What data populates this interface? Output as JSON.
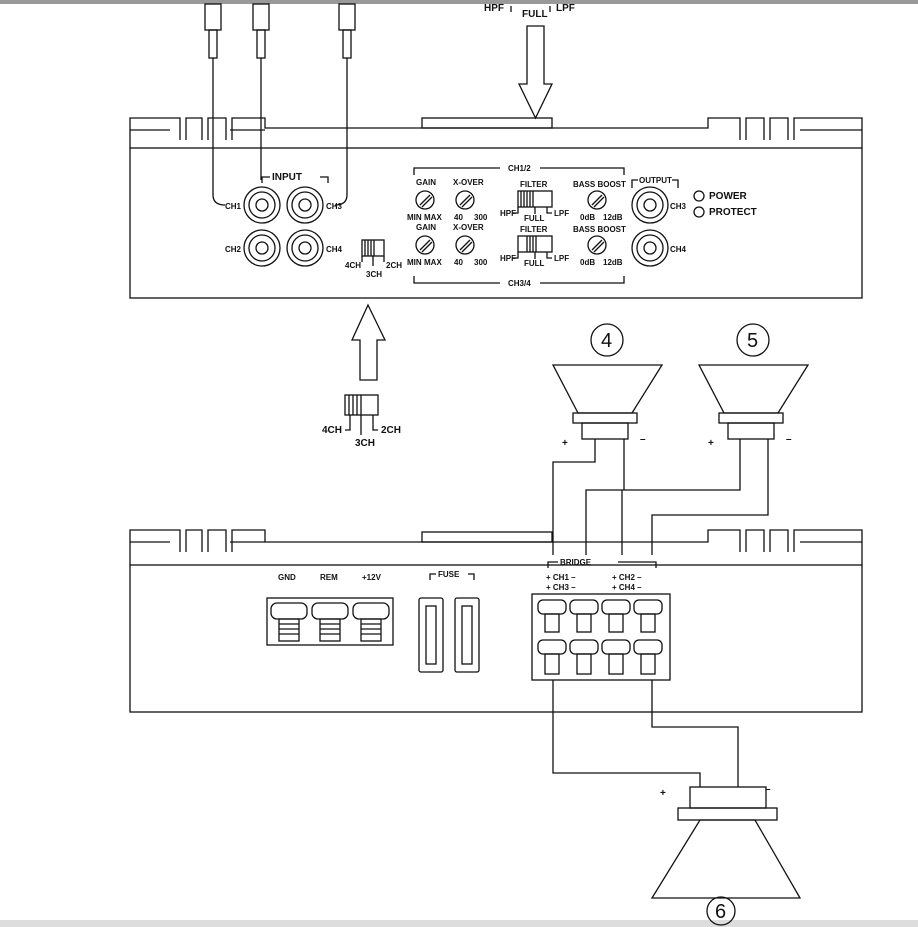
{
  "top_filter": {
    "hpf": "HPF",
    "full": "FULL",
    "lpf": "LPF"
  },
  "input": {
    "title": "INPUT",
    "ch1": "CH1",
    "ch2": "CH2",
    "ch3": "CH3",
    "ch4": "CH4"
  },
  "mode_switch": {
    "a": "4CH",
    "b": "3CH",
    "c": "2CH"
  },
  "panel": {
    "top_label": "CH1/2",
    "bottom_label": "CH3/4",
    "gain": "GAIN",
    "min": "MIN",
    "max": "MAX",
    "xover": "X-OVER",
    "x40": "40",
    "x300": "300",
    "filter": "FILTER",
    "hpf": "HPF",
    "full": "FULL",
    "lpf": "LPF",
    "bass": "BASS BOOST",
    "db0": "0dB",
    "db12": "12dB"
  },
  "output": {
    "title": "OUTPUT",
    "ch3": "CH3",
    "ch4": "CH4"
  },
  "leds": {
    "power": "POWER",
    "protect": "PROTECT"
  },
  "power_terminals": {
    "gnd": "GND",
    "rem": "REM",
    "v12": "+12V"
  },
  "fuse": {
    "label": "FUSE"
  },
  "speaker_terminals": {
    "bridge": "BRIDGE",
    "row1a": "+ CH1 –",
    "row1b": "+ CH2 –",
    "row2a": "+ CH3 –",
    "row2b": "+ CH4 –"
  },
  "callouts": {
    "s4": "4",
    "s5": "5",
    "s6": "6"
  },
  "polarity": {
    "plus": "+",
    "minus": "–"
  }
}
